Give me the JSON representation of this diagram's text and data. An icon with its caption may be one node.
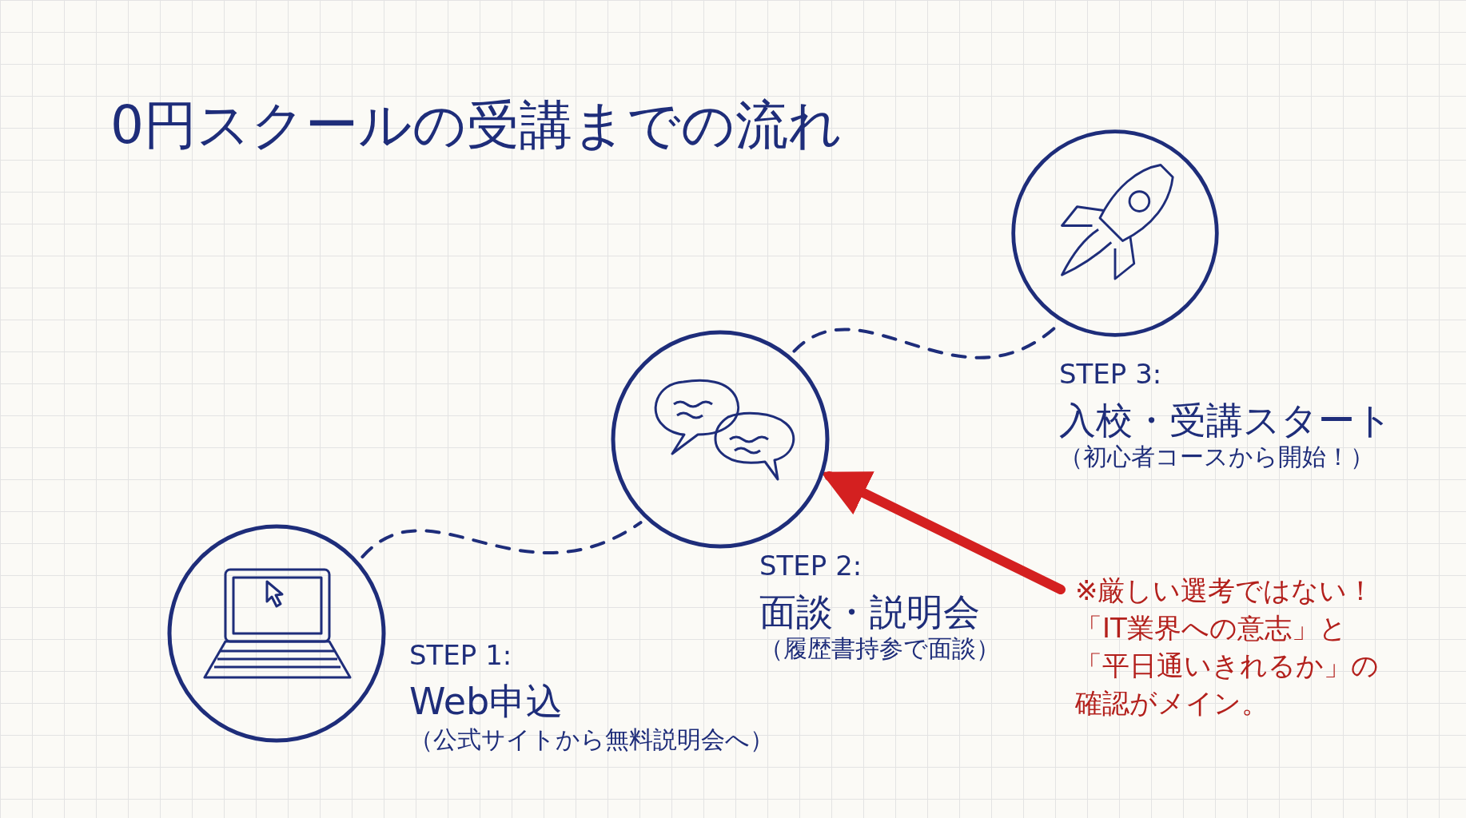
{
  "diagram": {
    "title": "0円スクールの受講までの流れ",
    "nodes": [
      {
        "text": [],
        "shape": "circle",
        "beside": [
          "STEP 1:",
          "Web申込",
          "（公式サイトから無料説明会へ）"
        ]
      },
      {
        "text": [],
        "shape": "circle",
        "beside": [
          "STEP 2:",
          "面談・説明会",
          "（履歴書持参で面談）"
        ]
      },
      {
        "text": [],
        "shape": "circle",
        "beside": [
          "STEP 3:",
          "入校・受講スタート",
          "（初心者コースから開始！）"
        ]
      },
      {
        "text": [
          "※厳しい選考ではない！「IT業界への意志」と「平日通いきれるか」の確認がメイン。"
        ]
      }
    ],
    "edges": [
      {
        "from": 0,
        "to": 1,
        "arrow": "none",
        "style": "dashed"
      },
      {
        "from": 1,
        "to": 2,
        "arrow": "none",
        "style": "dashed"
      },
      {
        "from": 3,
        "to": 1,
        "arrow": "to",
        "style": "thick",
        "color": "#d42020"
      }
    ]
  }
}
